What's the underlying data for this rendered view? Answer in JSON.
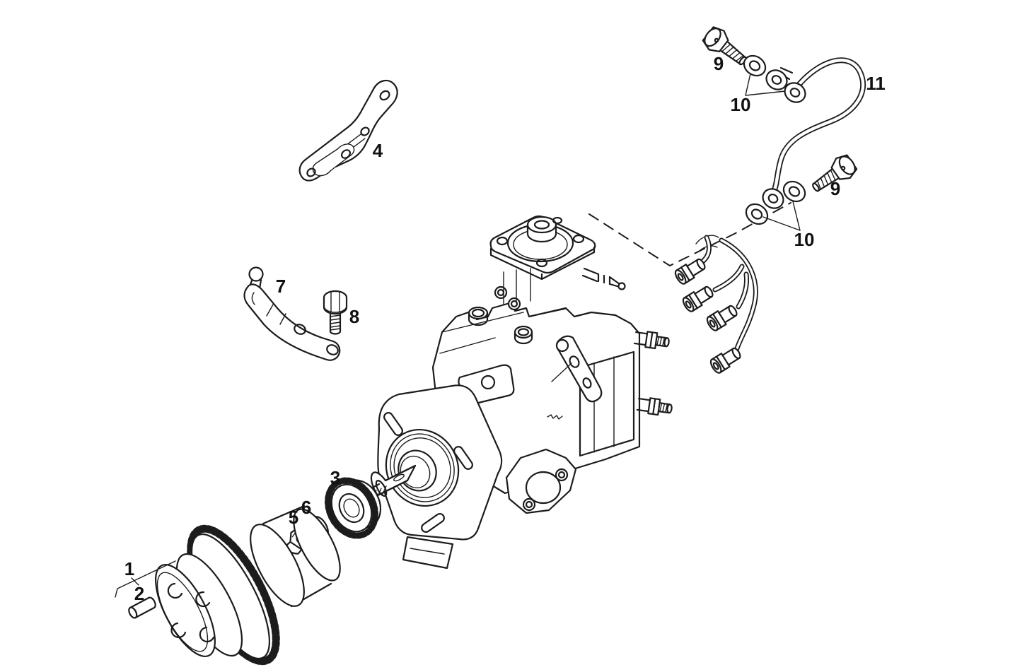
{
  "figure": {
    "type": "exploded-parts-diagram",
    "subject": "Diesel fuel injection pump with drive gear, brackets and fuel pipe",
    "background_color": "#ffffff",
    "line_color": "#1c1c1c"
  },
  "callouts": [
    {
      "label": "1",
      "part_hint": "drive gear and coupling assembly"
    },
    {
      "label": "2",
      "part_hint": "pin"
    },
    {
      "label": "3",
      "part_hint": "splined gear hub"
    },
    {
      "label": "4",
      "part_hint": "support bracket"
    },
    {
      "label": "5",
      "part_hint": "nut"
    },
    {
      "label": "6",
      "part_hint": "washer"
    },
    {
      "label": "7",
      "part_hint": "control lever"
    },
    {
      "label": "8",
      "part_hint": "bolt"
    },
    {
      "label": "9",
      "part_hint": "union screw upper"
    },
    {
      "label": "10",
      "part_hint": "seal washers upper"
    },
    {
      "label": "11",
      "part_hint": "fuel pipe"
    },
    {
      "label": "9",
      "part_hint": "union screw lower"
    },
    {
      "label": "10",
      "part_hint": "seal washers lower"
    }
  ]
}
